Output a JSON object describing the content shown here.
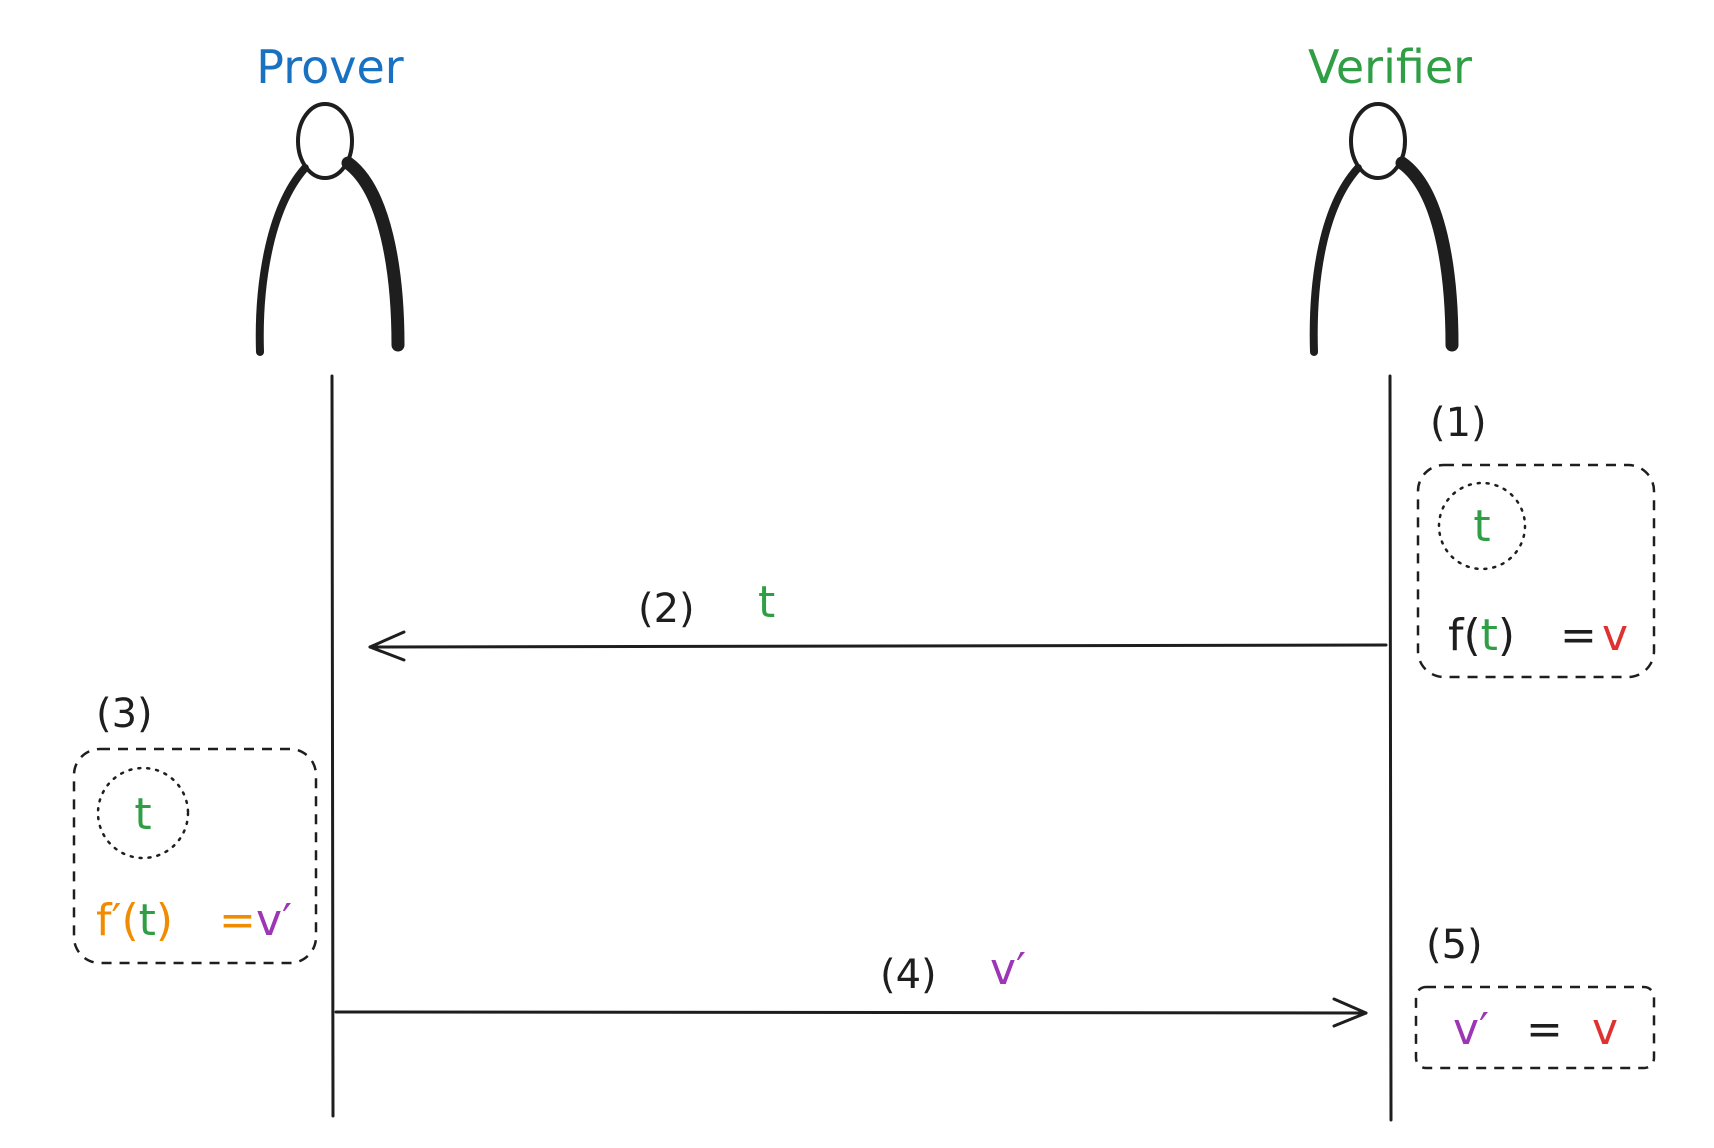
{
  "actors": {
    "prover": {
      "label": "Prover",
      "color": "#1971c2"
    },
    "verifier": {
      "label": "Verifier",
      "color": "#2f9e44"
    }
  },
  "colors": {
    "ink": "#1e1e1e",
    "t": "#2f9e44",
    "v": "#e03131",
    "v_prime": "#9c36b5",
    "f_prime": "#f08c00"
  },
  "steps": {
    "step1": {
      "number": "(1)",
      "circle_symbol": "t",
      "eq_f": "f(",
      "eq_t": "t",
      "eq_close": ")",
      "eq_equals": "=",
      "eq_value": "v"
    },
    "step2": {
      "number": "(2)",
      "message": "t"
    },
    "step3": {
      "number": "(3)",
      "circle_symbol": "t",
      "eq_f": "f′(",
      "eq_t": "t",
      "eq_close": ")",
      "eq_equals": "=",
      "eq_value": "v′"
    },
    "step4": {
      "number": "(4)",
      "message": "v′"
    },
    "step5": {
      "number": "(5)",
      "lhs": "v′",
      "equals": "=",
      "rhs": "v"
    }
  }
}
